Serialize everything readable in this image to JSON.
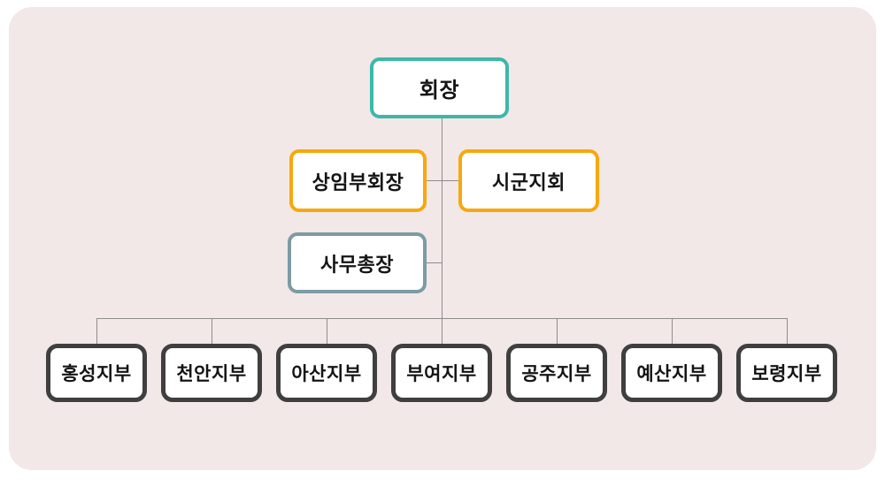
{
  "org_chart": {
    "chairman": {
      "label": "회장"
    },
    "level2": [
      {
        "label": "상임부회장"
      },
      {
        "label": "시군지회"
      }
    ],
    "level3": [
      {
        "label": "사무총장"
      }
    ],
    "branches": [
      {
        "label": "홍성지부"
      },
      {
        "label": "천안지부"
      },
      {
        "label": "아산지부"
      },
      {
        "label": "부여지부"
      },
      {
        "label": "공주지부"
      },
      {
        "label": "예산지부"
      },
      {
        "label": "보령지부"
      }
    ],
    "colors": {
      "chairman_border": "#3cb8a8",
      "level2_border": "#f7a80d",
      "level3_border": "#7c9ba4",
      "branch_border": "#3f3f3f",
      "panel_background": "#f1e8e7",
      "connector_line": "#8f8c8c",
      "node_background": "#ffffff",
      "text": "#141414"
    }
  }
}
